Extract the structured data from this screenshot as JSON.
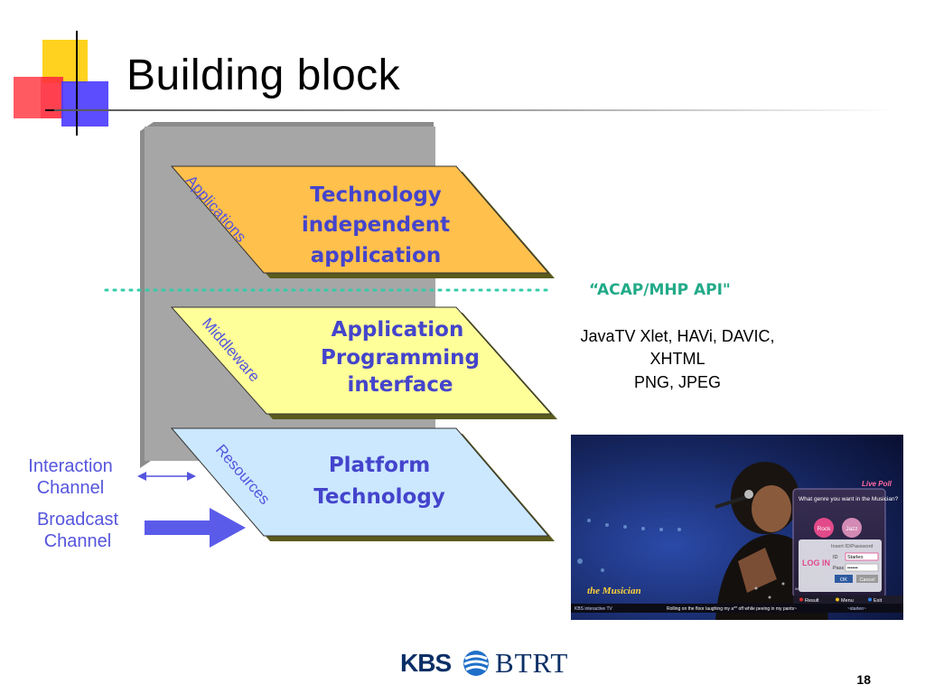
{
  "slide": {
    "title": "Building block",
    "page_number": "18"
  },
  "layers": [
    {
      "side_label": "Applications",
      "main_text": [
        "Technology",
        "independent",
        "application"
      ],
      "fill": "#ffc04c"
    },
    {
      "side_label": "Middleware",
      "main_text": [
        "Application",
        "Programming",
        "interface"
      ],
      "fill": "#ffff99"
    },
    {
      "side_label": "Resources",
      "main_text": [
        "Platform",
        "Technology"
      ],
      "fill": "#cce8ff"
    }
  ],
  "api": {
    "label": "“ACAP/MHP API\"",
    "details": [
      "JavaTV Xlet, HAVi, DAVIC,",
      "XHTML",
      "PNG, JPEG"
    ]
  },
  "channels": {
    "interaction": [
      "Interaction",
      "Channel"
    ],
    "broadcast": [
      "Broadcast",
      "Channel"
    ]
  },
  "logo": {
    "kbs": "KBS",
    "btrt": "BTRT"
  },
  "screenshot": {
    "live_poll": "Live Poll",
    "question": "What genre you want in the Musician?",
    "options": [
      "Rock",
      "Jazz"
    ],
    "login_title": "Insert ID/Password",
    "id_label": "ID",
    "id_value": "Starleo",
    "pass_label": "Pass",
    "pass_value": "••••••",
    "ok_label": "OK",
    "cancel_label": "Cancel",
    "login_badge": "LOG IN",
    "ticker": "Rolling on the floor laughing my a** off while peeing in my pants~",
    "user": "~starleo~",
    "menu_items": [
      "Result",
      "Menu",
      "Exit"
    ],
    "brand_line": "KBS interactive TV",
    "show_name": "the Musician",
    "website": "www.kbs.co.kr/the musician"
  },
  "colors": {
    "accent_blue": "#5555dd",
    "api_green": "#22aa88",
    "dotted_line": "#33ccaa",
    "gray_wall": "#a6a6a6"
  }
}
